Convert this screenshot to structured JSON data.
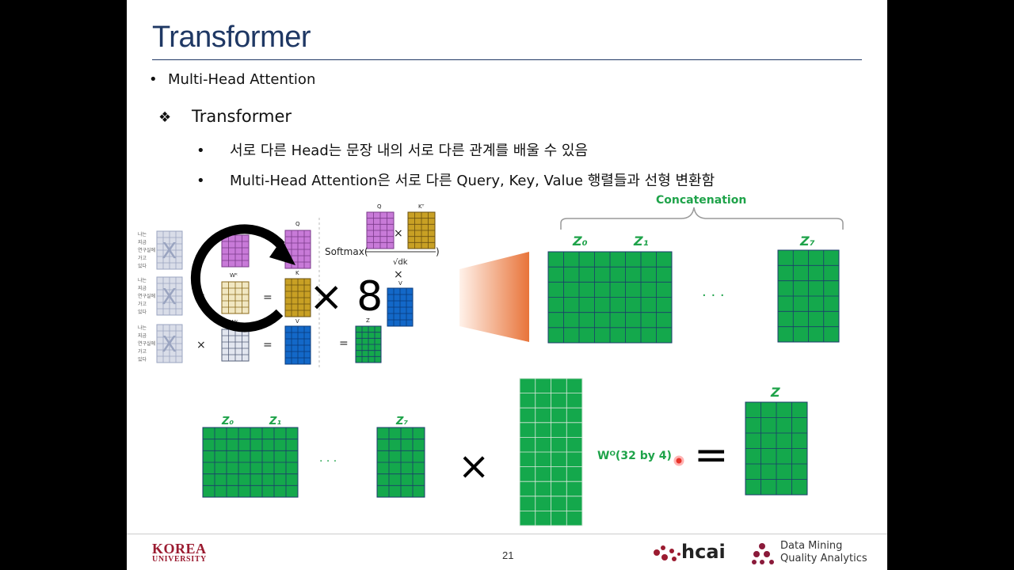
{
  "slide": {
    "title": "Transformer",
    "bullet_level1": "Multi-Head Attention",
    "bullet_level2": "Transformer",
    "bullet_level3": [
      "서로 다른 Head는 문장 내의 서로 다른 관계를 배울 수 있음",
      "Multi-Head Attention은 서로 다른 Query, Key, Value 행렬들과 선형 변환함"
    ],
    "bullet_symbol": "•",
    "diamond_symbol": "❖"
  },
  "diagram": {
    "concatenation_label": "Concatenation",
    "z_labels_top": [
      "Z₀",
      "Z₁",
      "Z₇"
    ],
    "z_labels_bottom": [
      "Z₀",
      "Z₁",
      "Z₇"
    ],
    "z_result_label": "Z",
    "wo_label": "Wᴼ(32 by 4)",
    "ellipsis": ". . .",
    "times_symbol": "×",
    "equals_symbol": "=",
    "times_eight": "× 8",
    "softmax_label": "Softmax(",
    "softmax_close": ")",
    "sqrt_label": "√dk",
    "small_labels": {
      "q": "Q",
      "k": "K",
      "v": "V",
      "kt": "Kᵀ",
      "wq": "Wᵠ",
      "wk": "Wᴷ",
      "wv": "Wⱽ",
      "z": "Z",
      "x": "X"
    },
    "sentence_tokens": [
      "나는",
      "지금",
      "연구실에",
      "가고",
      "있다"
    ]
  },
  "colors": {
    "title": "#1f3864",
    "green": "#1fa34a",
    "matrix_green": "#14a84c",
    "grid_line": "#1b3a6b",
    "purple": "#c87ad8",
    "gold": "#c8a024",
    "blue": "#1368c8",
    "korea_red": "#9b1b30"
  },
  "footer": {
    "page_number": "21",
    "university_line1": "KOREA",
    "university_line2": "UNIVERSITY",
    "lab_short": "hcai",
    "lab_line1": "Data Mining",
    "lab_line2": "Quality Analytics"
  }
}
